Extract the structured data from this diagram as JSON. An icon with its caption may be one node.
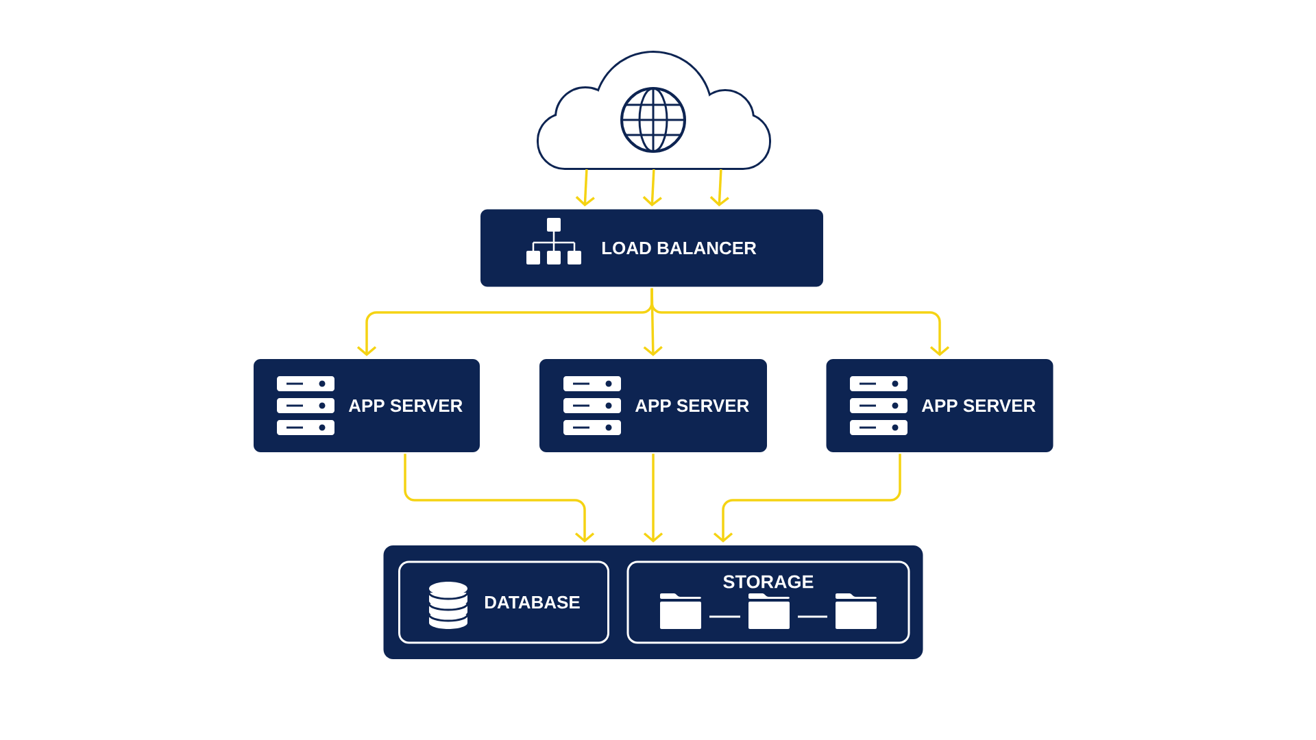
{
  "diagram": {
    "nodes": [
      {
        "text": [],
        "shape": "cloud"
      },
      {
        "text": [
          "LOAD BALANCER"
        ]
      },
      {
        "text": [
          "APP SERVER"
        ]
      },
      {
        "text": [
          "APP SERVER"
        ]
      },
      {
        "text": [
          "APP SERVER"
        ]
      },
      {
        "text": [],
        "shape": "box"
      },
      {
        "text": [
          "DATABASE"
        ],
        "in": 5
      },
      {
        "text": [
          "STORAGE"
        ],
        "in": 5
      }
    ],
    "edges": [
      {
        "from": 0,
        "to": 1,
        "arrow": "to"
      },
      {
        "from": 0,
        "to": 1,
        "arrow": "to"
      },
      {
        "from": 0,
        "to": 1,
        "arrow": "to"
      },
      {
        "from": 1,
        "to": 2,
        "arrow": "to"
      },
      {
        "from": 1,
        "to": 3,
        "arrow": "to"
      },
      {
        "from": 1,
        "to": 4,
        "arrow": "to"
      },
      {
        "from": 2,
        "to": 5,
        "arrow": "to"
      },
      {
        "from": 3,
        "to": 5,
        "arrow": "to"
      },
      {
        "from": 4,
        "to": 5,
        "arrow": "to"
      }
    ]
  }
}
